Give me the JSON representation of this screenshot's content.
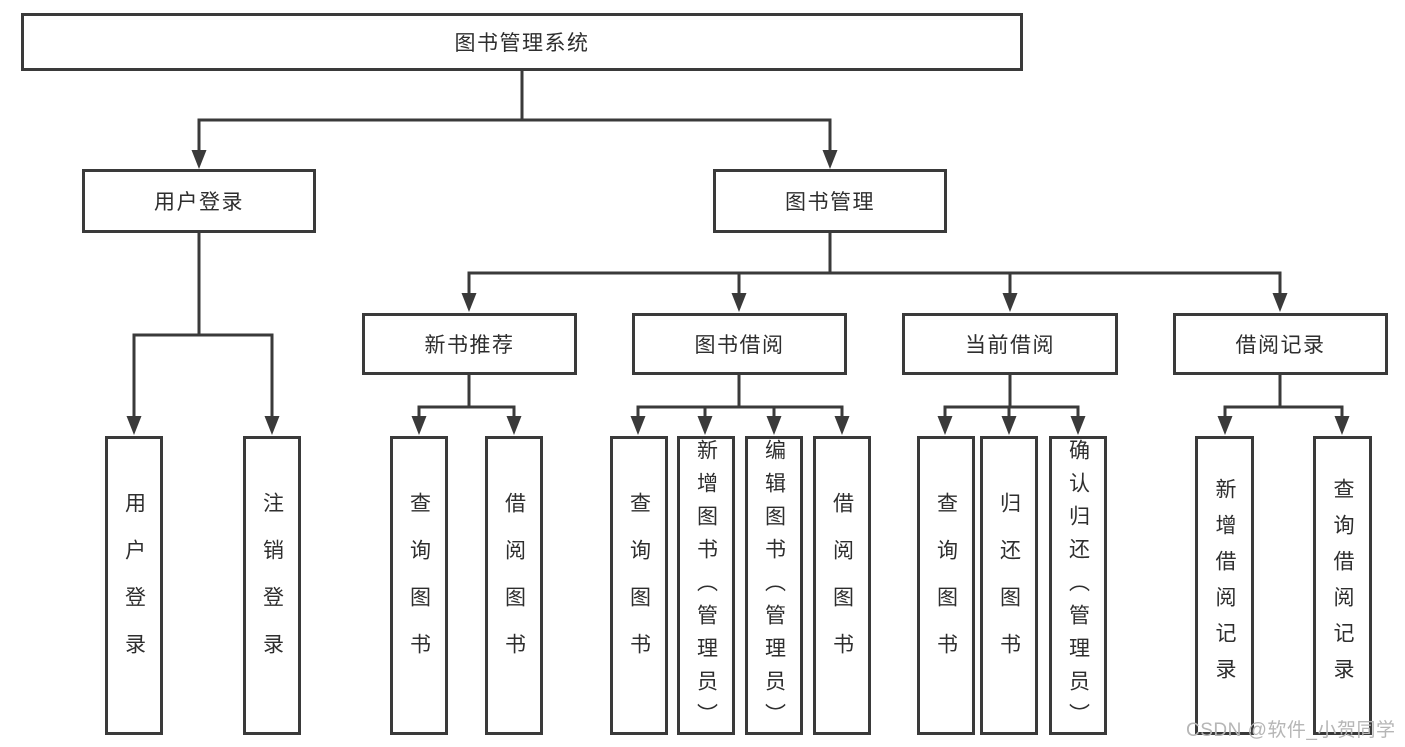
{
  "colors": {
    "line": "#3a3a3a",
    "node_border": "#3a3a3a",
    "node_text": "#2e2e2e",
    "watermark": "#b6b6b6",
    "background": "#ffffff"
  },
  "diagram": {
    "root": {
      "label": "图书管理系统"
    },
    "level2": {
      "user_login": {
        "label": "用户登录"
      },
      "book_management": {
        "label": "图书管理"
      }
    },
    "level3": {
      "new_book_recommend": {
        "label": "新书推荐"
      },
      "book_borrow": {
        "label": "图书借阅"
      },
      "current_borrow": {
        "label": "当前借阅"
      },
      "borrow_records": {
        "label": "借阅记录"
      }
    },
    "leaves": {
      "user_login": {
        "label": "用户登录"
      },
      "logout": {
        "label": "注销登录"
      },
      "query_books_recommend": {
        "label": "查询图书"
      },
      "borrow_books_recommend": {
        "label": "借阅图书"
      },
      "query_books_borrow": {
        "label": "查询图书"
      },
      "add_book_admin": {
        "label": "新增图书（管理员）"
      },
      "edit_book_admin": {
        "label": "编辑图书（管理员）"
      },
      "borrow_books_borrow": {
        "label": "借阅图书"
      },
      "query_books_current": {
        "label": "查询图书"
      },
      "return_book": {
        "label": "归还图书"
      },
      "confirm_return_admin": {
        "label": "确认归还（管理员）"
      },
      "add_borrow_record": {
        "label": "新增借阅记录"
      },
      "query_borrow_record": {
        "label": "查询借阅记录"
      }
    }
  },
  "watermark": {
    "text": "CSDN @软件_小贺同学"
  }
}
